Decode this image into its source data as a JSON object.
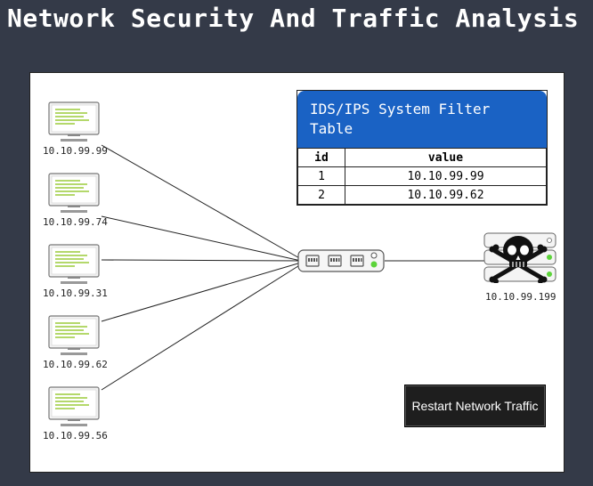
{
  "page": {
    "title": "Network Security And Traffic Analysis"
  },
  "hosts": [
    {
      "ip": "10.10.99.99"
    },
    {
      "ip": "10.10.99.74"
    },
    {
      "ip": "10.10.99.31"
    },
    {
      "ip": "10.10.99.62"
    },
    {
      "ip": "10.10.99.56"
    }
  ],
  "attacker": {
    "ip": "10.10.99.199",
    "icon": "skull-crossbones-icon"
  },
  "ids_table": {
    "title": "IDS/IPS System Filter Table",
    "columns": [
      "id",
      "value"
    ],
    "rows": [
      {
        "id": "1",
        "value": "10.10.99.99"
      },
      {
        "id": "2",
        "value": "10.10.99.62"
      }
    ]
  },
  "actions": {
    "restart_label": "Restart Network Traffic"
  },
  "colors": {
    "background": "#343a48",
    "table_header": "#1a62c4",
    "screen_lines": "#9bcc3a",
    "status_led": "#5cd43a",
    "button": "#1e1e1e"
  }
}
